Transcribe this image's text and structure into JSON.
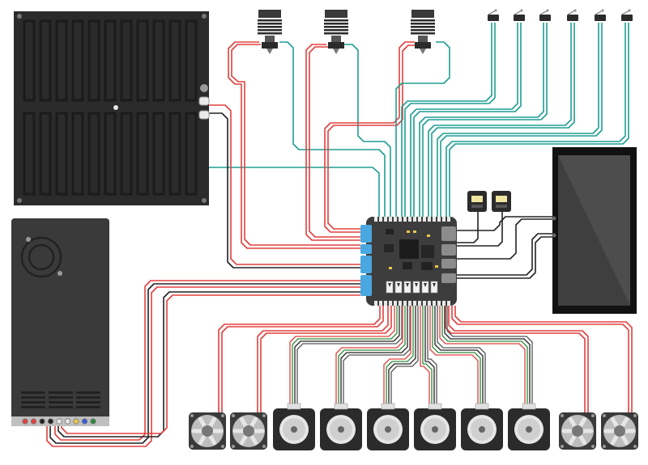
{
  "diagram": {
    "title": "",
    "colors": {
      "background": "#ffffff",
      "component_dark": "#2b2b2b",
      "psu_body": "#3a3a3a",
      "board": "#3d3d3d",
      "connector_blue": "#4aa8e0",
      "wire_red": "#e0413f",
      "wire_teal": "#1f9e93",
      "wire_black": "#222222",
      "wire_green": "#2f8a3b",
      "fan_gray": "#7a7a7a",
      "screen_glass": "#3f3f3f"
    },
    "components": {
      "heated_bed": {
        "icon": "heated-bed-icon"
      },
      "power_supply": {
        "icon": "power-supply-icon",
        "terminal_count": 9
      },
      "controller_board": {
        "icon": "controller-board-icon"
      },
      "touch_screen": {
        "icon": "display-screen-icon"
      },
      "hotends": {
        "count": 3,
        "icon": "hotend-icon"
      },
      "endstops": {
        "count": 6,
        "icon": "limit-switch-icon"
      },
      "stepper_motors": {
        "count": 6,
        "icon": "stepper-motor-icon"
      },
      "fans": {
        "count": 4,
        "icon": "fan-icon"
      },
      "small_modules": {
        "count": 2,
        "icon": "module-icon"
      }
    }
  }
}
